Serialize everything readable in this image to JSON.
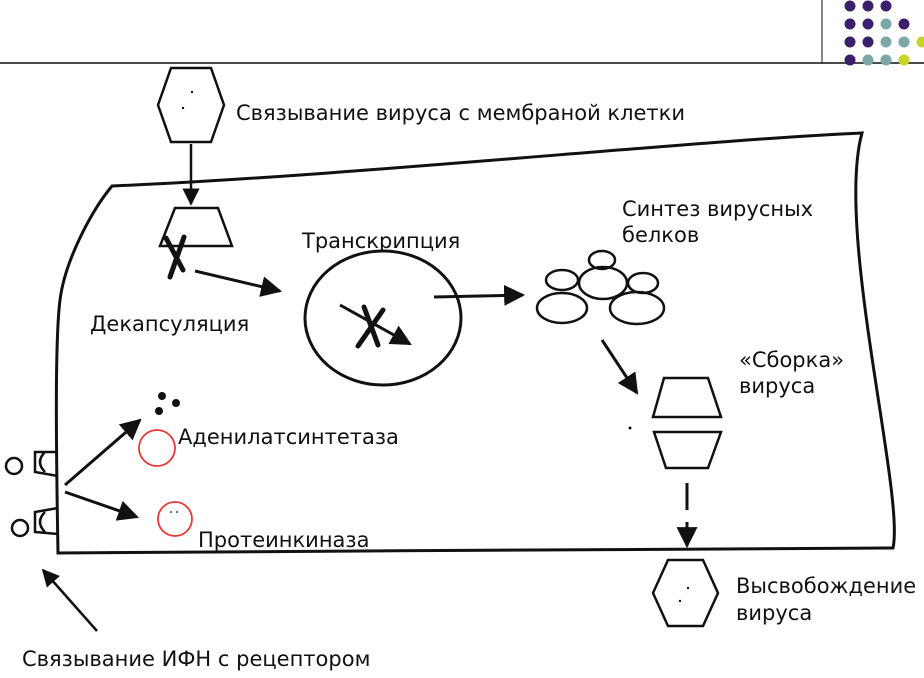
{
  "labels": {
    "virus_binding": "Связывание вируса с мембраной клетки",
    "transcription": "Транскрипция",
    "protein_synthesis_line1": "Синтез вирусных",
    "protein_synthesis_line2": "белков",
    "decapsulation": "Декапсуляция",
    "assembly_line1": "«Сборка»",
    "assembly_line2": "вируса",
    "adenylate": "Аденилатсинтетаза",
    "protein_kinase": "Протеинкиназа",
    "release_line1": "Высвобождение",
    "release_line2": "вируса",
    "ifn_binding": "Связывание ИФН с рецептором"
  },
  "colors": {
    "ink": "#111111",
    "highlight_circle": "#e53935",
    "dot_purple": "#3b1f6b",
    "dot_teal": "#7ba7a5",
    "dot_yellow": "#c8d42a"
  },
  "icons": {
    "block_mark": "x-cross-icon",
    "corner_decoration": "dot-grid-icon"
  }
}
